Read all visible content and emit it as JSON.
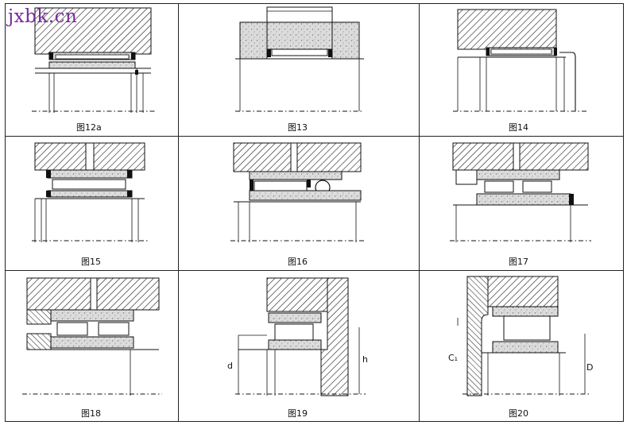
{
  "watermark": "jxbk.cn",
  "panels": [
    {
      "id": "12a",
      "caption": "图12a"
    },
    {
      "id": "13",
      "caption": "图13"
    },
    {
      "id": "14",
      "caption": "图14"
    },
    {
      "id": "15",
      "caption": "图15"
    },
    {
      "id": "16",
      "caption": "图16"
    },
    {
      "id": "17",
      "caption": "图17"
    },
    {
      "id": "18",
      "caption": "图18"
    },
    {
      "id": "19",
      "caption": "图19"
    },
    {
      "id": "20",
      "caption": "图20"
    }
  ],
  "dimension_labels": {
    "fig19_left": "d",
    "fig19_right": "h",
    "fig20_left": "C₁",
    "fig20_right": "D"
  },
  "colors": {
    "hatch": "#2a2a2a",
    "bearing_fill": "#c9c9c9",
    "seal": "#111111",
    "watermark": "#7a2a9a",
    "grid": "#222222"
  }
}
